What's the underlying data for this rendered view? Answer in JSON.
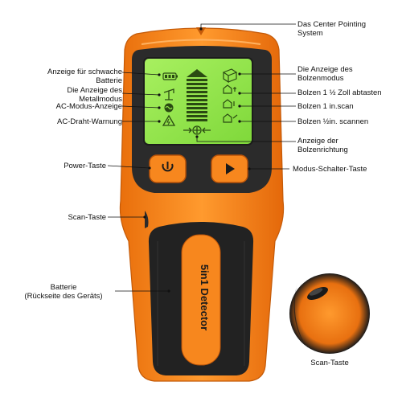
{
  "labels": {
    "center_pointing": "Das Center Pointing\nSystem",
    "low_battery": "Anzeige für schwache\nBatterie",
    "metal_mode": "Die Anzeige des\nMetallmodus",
    "ac_mode": "AC-Modus-Anzeige",
    "ac_wire_warning": "AC-Draht-Warnung",
    "stud_mode": "Die Anzeige des\nBolzenmodus",
    "stud_1_5": "Bolzen 1 ½ Zoll abtasten",
    "stud_1": "Bolzen 1 in.scan",
    "stud_half": "Bolzen ½in. scannen",
    "stud_direction": "Anzeige der\nBolzenrichtung",
    "power_button": "Power-Taste",
    "mode_button": "Modus-Schalter-Taste",
    "scan_button": "Scan-Taste",
    "battery": "Batterie\n(Rückseite des Geräts)",
    "scan_button_detail": "Scan-Taste"
  },
  "device": {
    "grip_text": "5in1 Detector"
  },
  "colors": {
    "body_orange": "#f7871e",
    "screen_green": "#92e84a",
    "bezel": "#2b2b2b"
  },
  "icons": {
    "battery": "battery-icon",
    "metal": "metal-icon",
    "ac": "ac-icon",
    "warning": "warning-icon",
    "power": "power-icon",
    "play": "play-icon"
  }
}
